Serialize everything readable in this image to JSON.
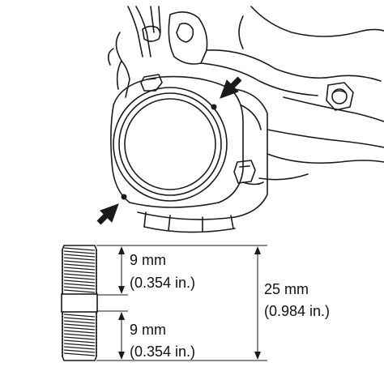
{
  "dimensions": {
    "upper_thread_length": "9 mm",
    "upper_thread_length_in": "(0.354 in.)",
    "lower_thread_length": "9 mm",
    "lower_thread_length_in": "(0.354 in.)",
    "total_length": "25 mm",
    "total_length_in": "(0.984 in.)"
  },
  "colors": {
    "line": "#1a1a1a",
    "background": "#ffffff"
  }
}
